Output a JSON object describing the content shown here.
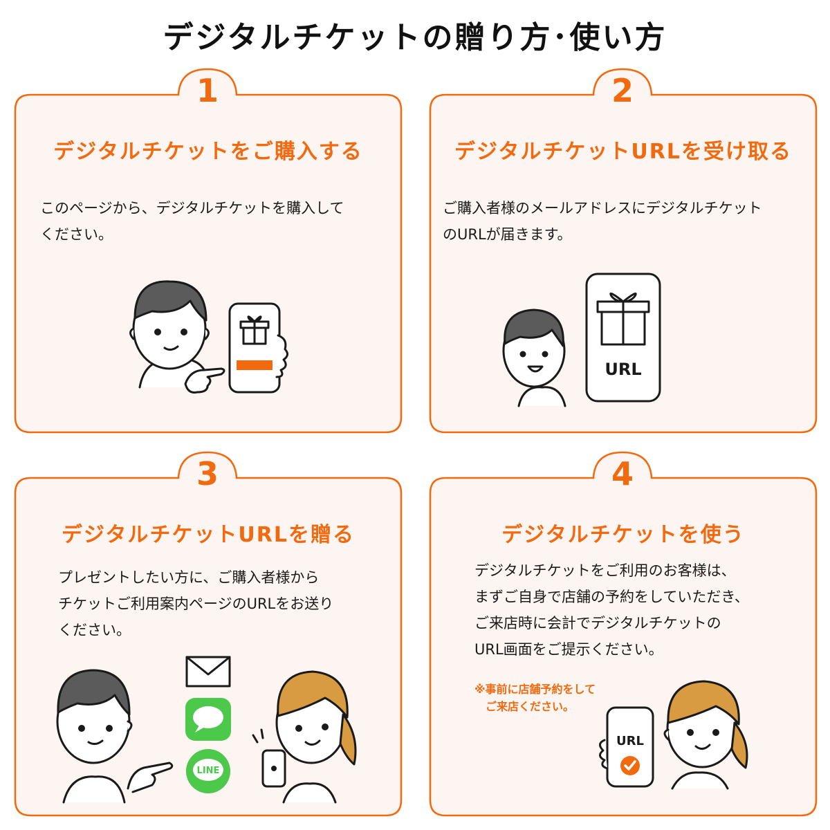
{
  "page_title": "デジタルチケットの贈り方･使い方",
  "colors": {
    "accent": "#f26a0f",
    "card_bg": "#fdf5f1",
    "line_green": "#4cc84a",
    "hair_gold": "#d89b42",
    "hair_gray": "#5b5b5b",
    "ink": "#1a1a1a"
  },
  "steps": [
    {
      "number": "1",
      "title": "デジタルチケットをご購入する",
      "body_lines": [
        "このページから、デジタルチケットを購入して",
        "ください。"
      ]
    },
    {
      "number": "2",
      "title": "デジタルチケットURLを受け取る",
      "body_lines": [
        "ご購入者様のメールアドレスにデジタルチケット",
        "のURLが届きます。"
      ],
      "illustration_label": "URL"
    },
    {
      "number": "3",
      "title": "デジタルチケットURLを贈る",
      "body_lines": [
        "プレゼントしたい方に、ご購入者様から",
        "チケットご利用案内ページのURLをお送り",
        "ください。"
      ],
      "share_icons": [
        "mail-icon",
        "message-icon",
        "line-icon"
      ],
      "line_label": "LINE"
    },
    {
      "number": "4",
      "title": "デジタルチケットを使う",
      "body_lines": [
        "デジタルチケットをご利用のお客様は、",
        "まずご自身で店舗の予約をしていただき、",
        "ご来店時に会計でデジタルチケットの",
        "URL画面をご提示ください。"
      ],
      "note_lines": [
        "※事前に店舗予約をして",
        "　ご来店ください。"
      ],
      "illustration_label": "URL"
    }
  ]
}
